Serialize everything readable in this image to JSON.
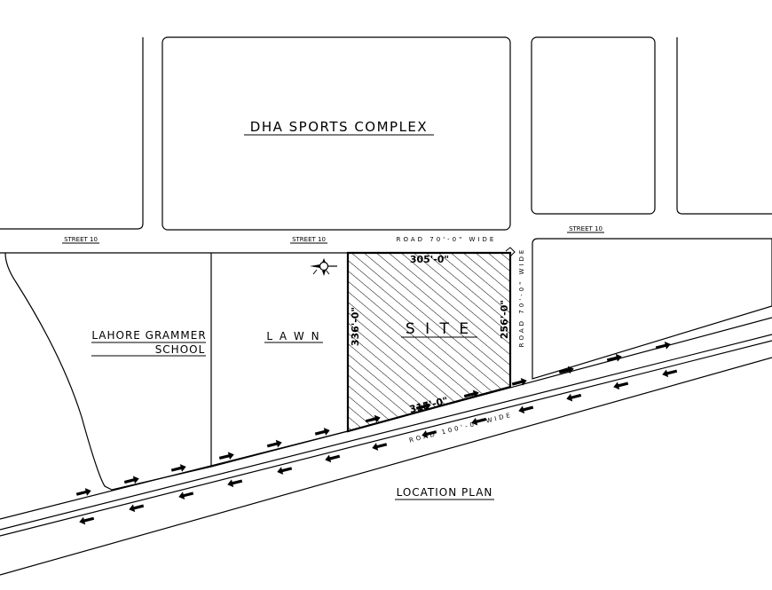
{
  "labels": {
    "sports_complex": "DHA SPORTS COMPLEX",
    "street_left": "STREET 10",
    "street_mid": "STREET 10",
    "street_right": "STREET 10",
    "road_top": "ROAD 70'-0\" WIDE",
    "road_right": "ROAD 70'-0\" WIDE",
    "road_main": "ROAD 100'-0\" WIDE",
    "school_line1": "LAHORE GRAMMER",
    "school_line2": "SCHOOL",
    "lawn": "L A W N",
    "site": "S I T E",
    "dim_top": "305'-0\"",
    "dim_left": "336'-0\"",
    "dim_right": "256'-0\"",
    "dim_bottom": "315'-0\"",
    "title": "LOCATION PLAN"
  },
  "traffic": {
    "upper_lane_direction": "east",
    "lower_lane_direction": "west"
  },
  "colors": {
    "ink": "#000000",
    "background": "#ffffff"
  },
  "icons": {
    "north_arrow": "compass-icon"
  }
}
